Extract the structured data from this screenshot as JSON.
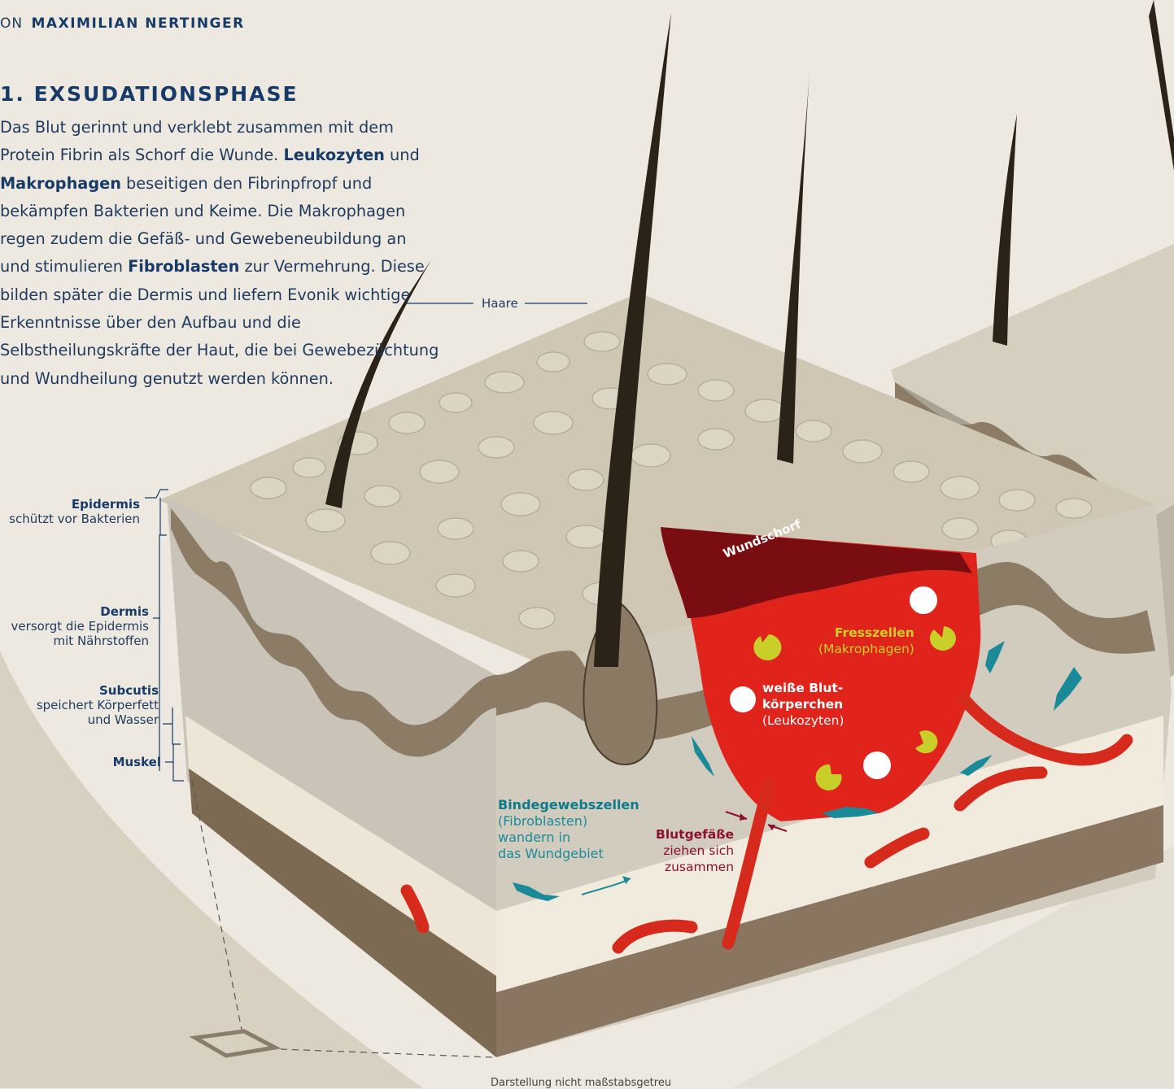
{
  "byline": {
    "prefix": "ON",
    "author": "MAXIMILIAN NERTINGER"
  },
  "heading": "1. EXSUDATIONSPHASE",
  "intro": {
    "t1": "Das Blut gerinnt und verklebt zusammen mit dem Protein Fibrin als Schorf die Wunde. ",
    "k1": "Leukozyten",
    "t2": " und ",
    "k2": "Makrophagen",
    "t3": " beseitigen den Fibrinpfropf und bekämpfen Bakterien und Keime. Die Makrophagen regen zudem die Gefäß- und Gewebeneubildung an und stimulieren ",
    "k3": "Fibroblasten",
    "t4": " zur Vermehrung. Diese bilden später die Dermis und liefern Evonik wichtige Erkenntnisse über den Aufbau und die Selbstheilungskräfte der Haut, die bei Gewebezüchtung und Wundheilung genutzt werden können."
  },
  "layers": {
    "epidermis": {
      "name": "Epidermis",
      "desc": "schützt vor Bakterien"
    },
    "dermis": {
      "name": "Dermis",
      "desc1": "versorgt die Epidermis",
      "desc2": "mit Nährstoffen"
    },
    "subcutis": {
      "name": "Subcutis",
      "desc1": "speichert Körperfett",
      "desc2": "und Wasser"
    },
    "muskel": {
      "name": "Muskel"
    }
  },
  "labels": {
    "haare": "Haare",
    "wundschorf": "Wundschorf",
    "fresszellen": {
      "name": "Fresszellen",
      "sub": "(Makrophagen)"
    },
    "weisse": {
      "name1": "weiße Blut-",
      "name2": "körperchen",
      "sub": "(Leukozyten)"
    },
    "binde": {
      "name": "Bindegewebszellen",
      "l1": "(Fibroblasten)",
      "l2": "wandern in",
      "l3": "das Wundgebiet"
    },
    "blut": {
      "name": "Blutgefäße",
      "l1": "ziehen sich",
      "l2": "zusammen"
    }
  },
  "footnote": "Darstellung nicht maßstabsgetreu",
  "colors": {
    "navy": "#173a66",
    "teal": "#1a8a99",
    "lime": "#c7cf28",
    "blood": "#e0241c",
    "scab": "#7a0d12",
    "skin": "#cfc6b3"
  }
}
